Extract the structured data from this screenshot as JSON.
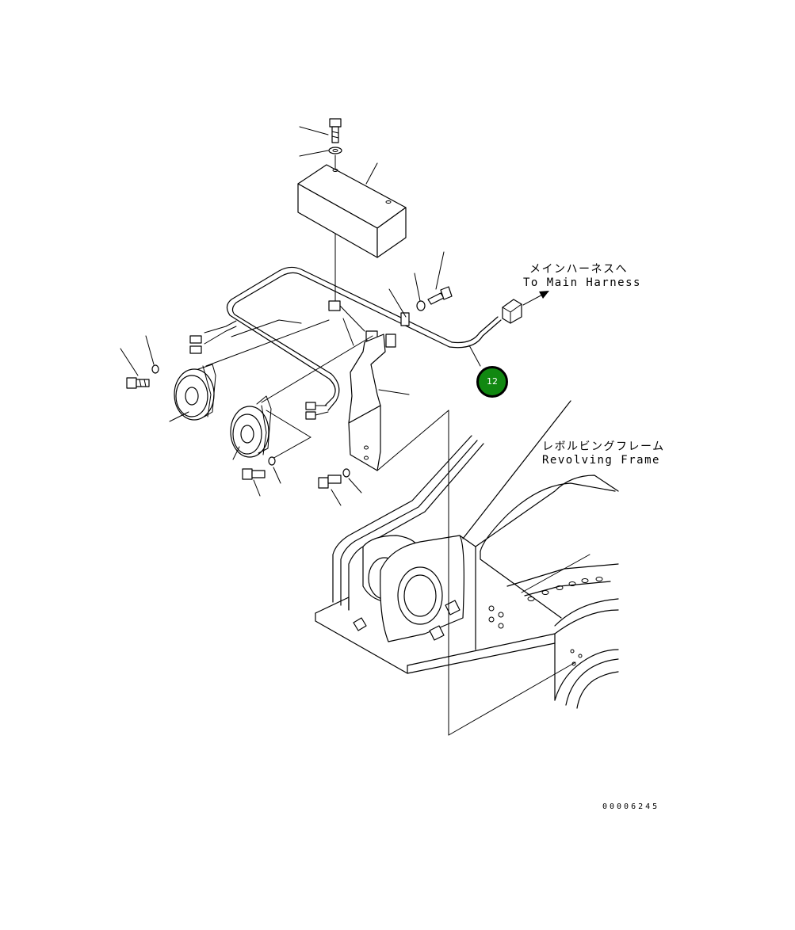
{
  "annotations": {
    "harness_jp": "メインハーネスへ",
    "harness_en": "To Main Harness",
    "frame_jp": "レボルビングフレーム",
    "frame_en": "Revolving Frame"
  },
  "callout": {
    "number": "12",
    "color": "#118811"
  },
  "drawing_number": "00006245"
}
